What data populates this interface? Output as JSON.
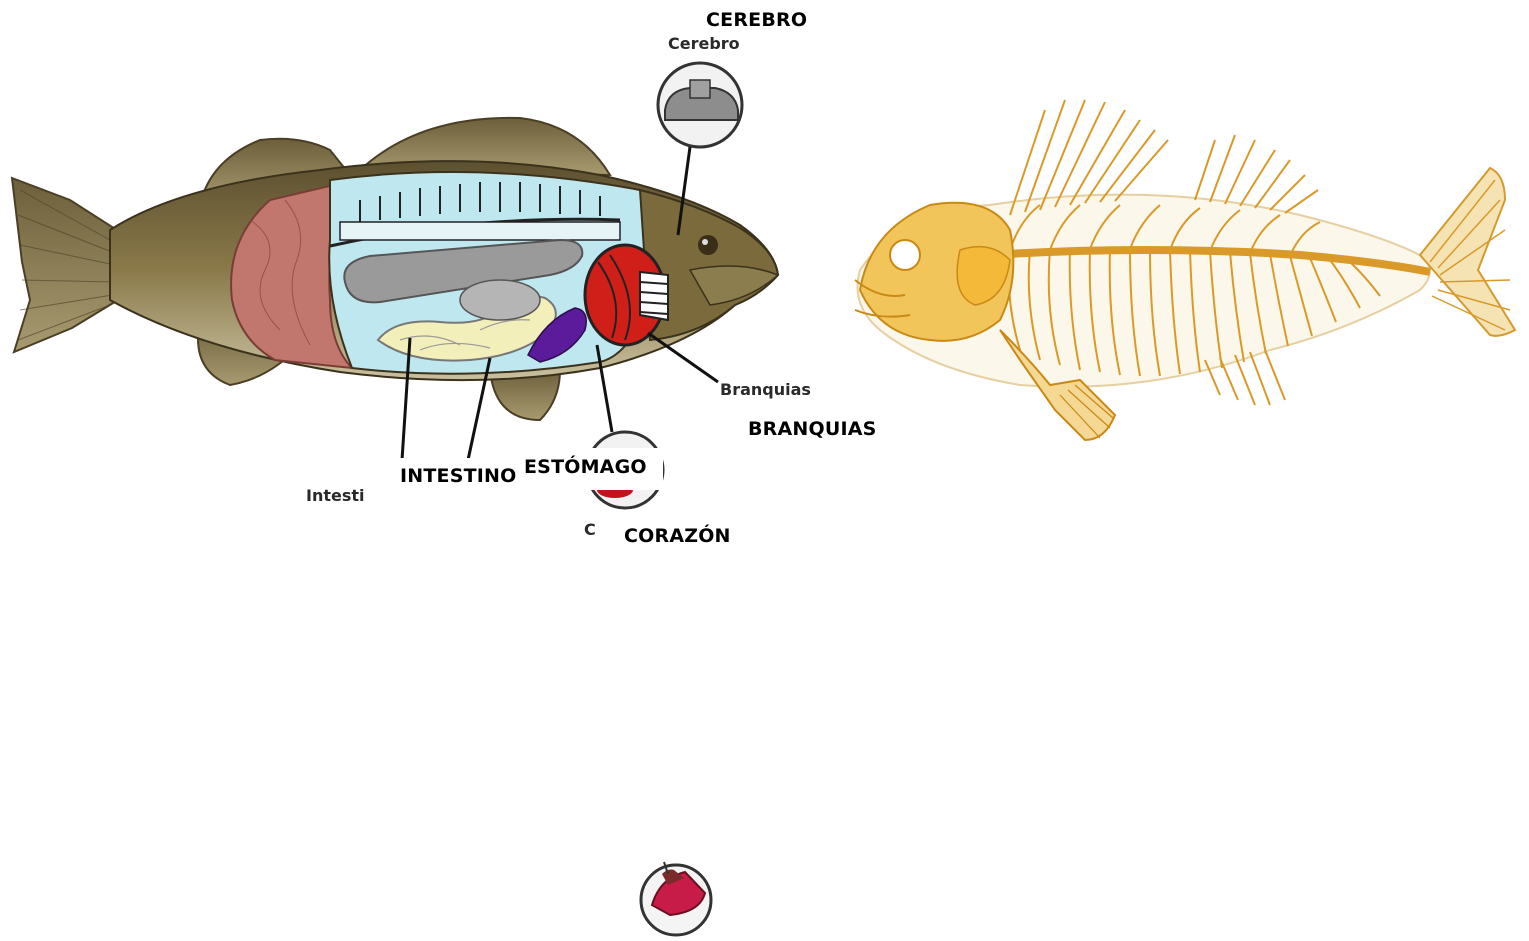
{
  "diagram": {
    "labels": {
      "cerebro": "CEREBRO",
      "branquias": "BRANQUIAS",
      "intestino": "INTESTINO",
      "estomago": "ESTÓMAGO",
      "corazon": "CORAZÓN"
    },
    "original_labels": {
      "cerebro": "Cerebro",
      "branquias": "Branquias",
      "intestino": "Intesti",
      "corazon": "C"
    }
  }
}
